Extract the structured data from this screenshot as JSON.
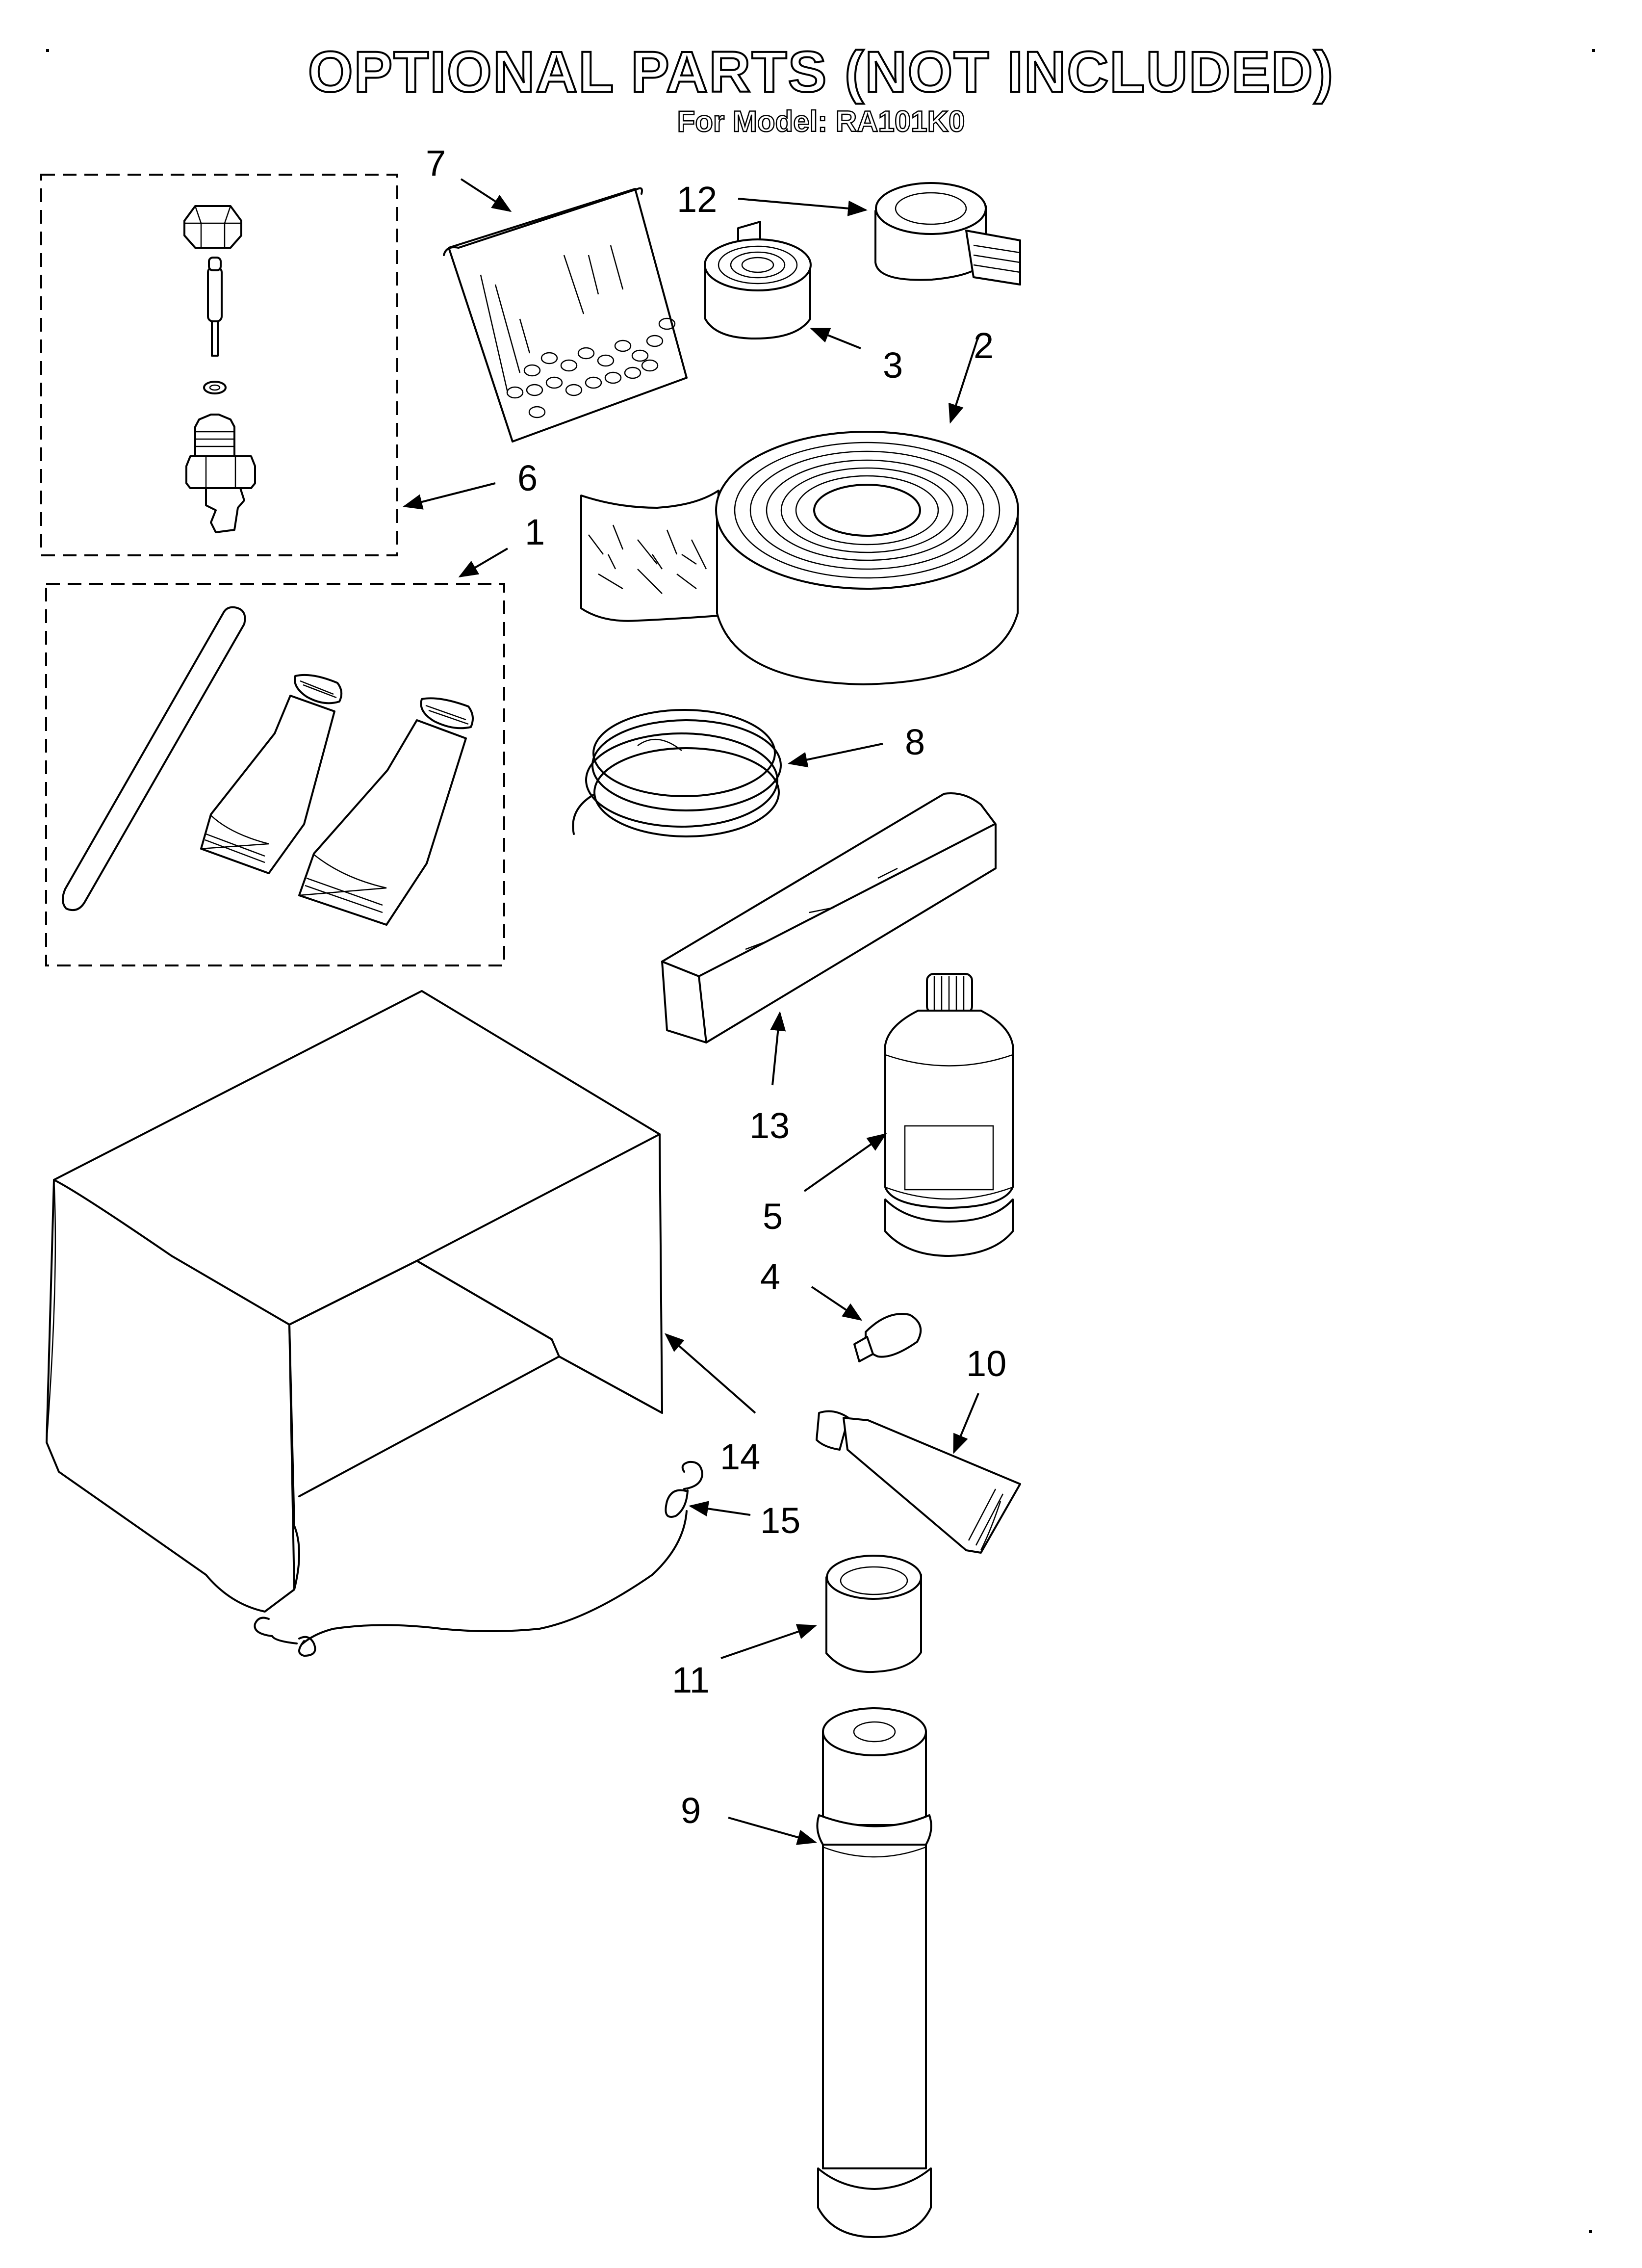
{
  "header": {
    "title": "OPTIONAL PARTS (NOT INCLUDED)",
    "subtitle": "For Model: RA101K0"
  },
  "callouts": [
    {
      "id": "1",
      "label": "1"
    },
    {
      "id": "2",
      "label": "2"
    },
    {
      "id": "3",
      "label": "3"
    },
    {
      "id": "4",
      "label": "4"
    },
    {
      "id": "5",
      "label": "5"
    },
    {
      "id": "6",
      "label": "6"
    },
    {
      "id": "7",
      "label": "7"
    },
    {
      "id": "8",
      "label": "8"
    },
    {
      "id": "9",
      "label": "9"
    },
    {
      "id": "10",
      "label": "10"
    },
    {
      "id": "11",
      "label": "11"
    },
    {
      "id": "12",
      "label": "12"
    },
    {
      "id": "13",
      "label": "13"
    },
    {
      "id": "14",
      "label": "14"
    },
    {
      "id": "15",
      "label": "15"
    }
  ]
}
